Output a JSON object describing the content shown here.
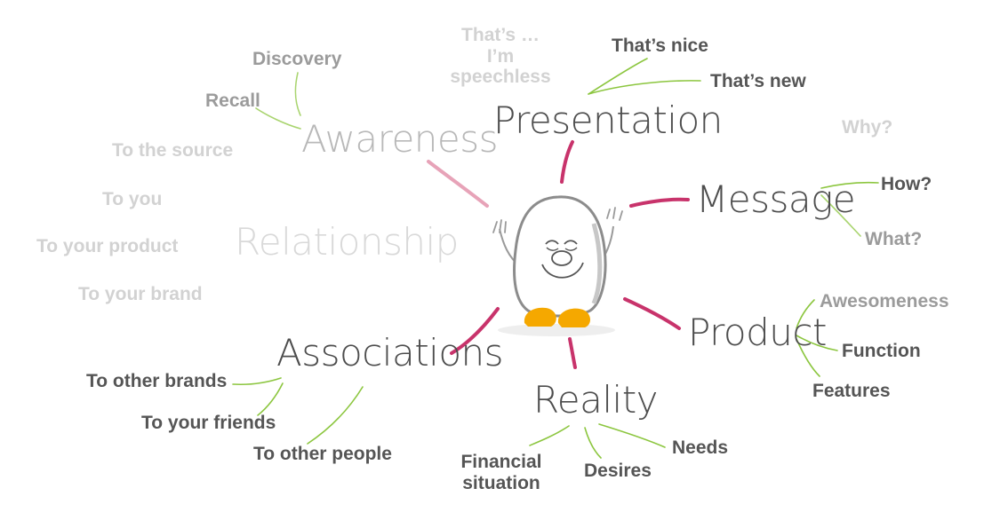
{
  "mindmap": {
    "branches": {
      "awareness": {
        "label": "Awareness",
        "children": [
          "Discovery",
          "Recall"
        ]
      },
      "presentation": {
        "label": "Presentation",
        "children": [
          "That’s nice",
          "That’s new"
        ]
      },
      "message": {
        "label": "Message",
        "children": [
          "How?",
          "What?"
        ]
      },
      "product": {
        "label": "Product",
        "children": [
          "Awesomeness",
          "Function",
          "Features"
        ]
      },
      "reality": {
        "label": "Reality",
        "children": [
          "Financial situation",
          "Desires",
          "Needs"
        ]
      },
      "associations": {
        "label": "Associations",
        "children": [
          "To other brands",
          "To your friends",
          "To other people"
        ]
      },
      "relationship": {
        "label": "Relationship",
        "children": [
          "To the source",
          "To you",
          "To your product",
          "To your brand"
        ]
      }
    },
    "floating": {
      "speechless": "That’s … I’m speechless",
      "why": "Why?"
    }
  },
  "colors": {
    "connector_magenta": "#c8336b",
    "connector_pink": "#e7a3b8",
    "branch_green": "#8cc63f",
    "feet_orange": "#f5a800",
    "mascot_outline": "#8c8c8c"
  }
}
